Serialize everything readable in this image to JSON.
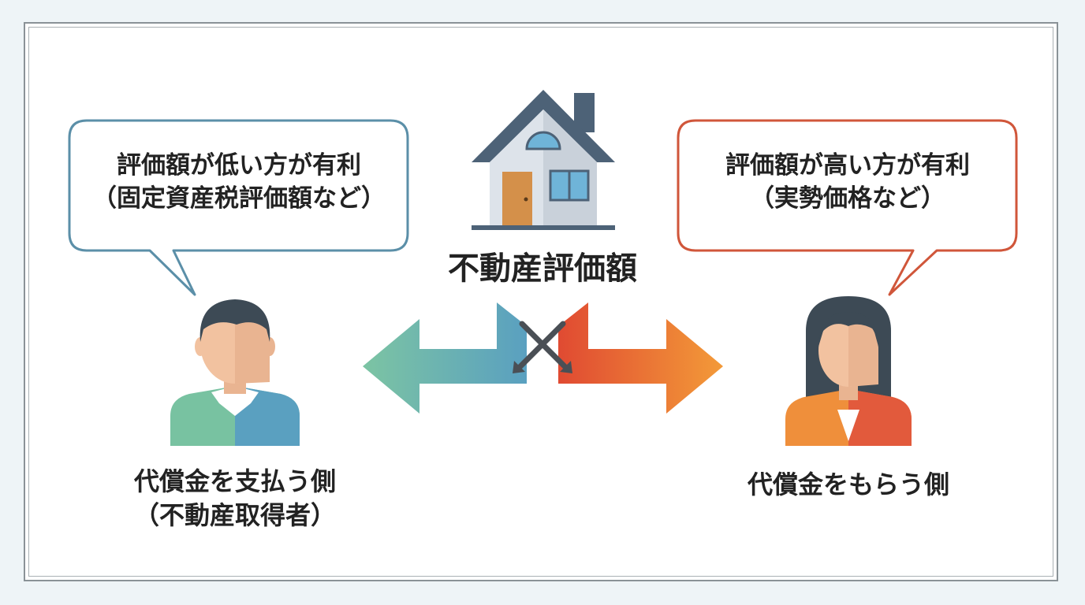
{
  "title": "不動産評価額",
  "left_bubble": {
    "line1": "評価額が低い方が有利",
    "line2": "（固定資産税評価額など）"
  },
  "right_bubble": {
    "line1": "評価額が高い方が有利",
    "line2": "（実勢価格など）"
  },
  "left_person": {
    "line1": "代償金を支払う側",
    "line2": "（不動産取得者）"
  },
  "right_person": {
    "line1": "代償金をもらう側"
  },
  "colors": {
    "left_accent": "#5b8fa8",
    "right_accent": "#d0563a",
    "arrow_left_start": "#7cc4a3",
    "arrow_left_end": "#5aa0c0",
    "arrow_right_start": "#e04a32",
    "arrow_right_end": "#f39a38",
    "house_roof": "#4d6277",
    "house_wall": "#dde3ea",
    "house_door": "#d4904a",
    "house_window": "#6fb4d8"
  },
  "icons": [
    "house-icon",
    "man-avatar-icon",
    "woman-avatar-icon",
    "double-arrow-icon",
    "cross-arrows-icon"
  ]
}
